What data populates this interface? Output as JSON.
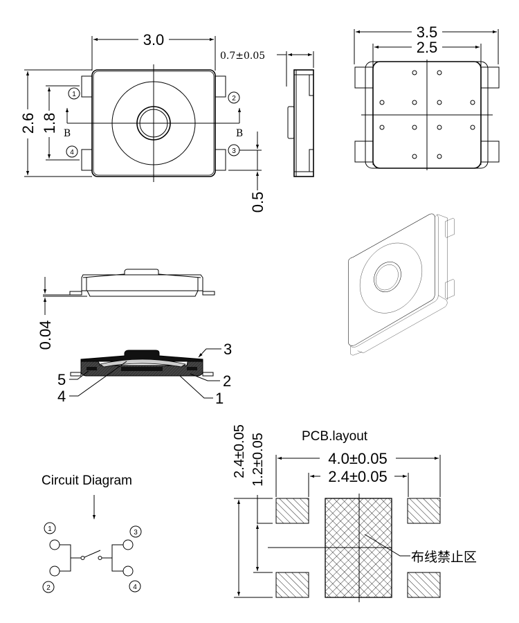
{
  "top_view": {
    "width_dim": "3.0",
    "height_dim": "2.6",
    "pin_pitch_dim": "1.8",
    "pin_width_dim": "0.5",
    "section_label_left": "B",
    "section_label_right": "B",
    "pins": [
      "1",
      "2",
      "3",
      "4"
    ]
  },
  "side_view": {
    "thickness_dim": "0.7±0.05"
  },
  "bottom_view": {
    "outer_width_dim": "3.5",
    "inner_width_dim": "2.5"
  },
  "front_view": {
    "standoff_dim": "0.04"
  },
  "section_view": {
    "callouts": [
      "1",
      "2",
      "3",
      "4",
      "5"
    ]
  },
  "circuit": {
    "title": "Circuit Diagram",
    "pins": [
      "1",
      "2",
      "3",
      "4"
    ]
  },
  "pcb_layout": {
    "title": "PCB.layout",
    "outer_width_dim": "4.0±0.05",
    "inner_width_dim": "2.4±0.05",
    "outer_height_dim": "2.4±0.05",
    "inner_height_dim": "1.2±0.05",
    "keepout_label": "布线禁止区"
  },
  "colors": {
    "line": "#000000",
    "background": "#ffffff",
    "hatch": "#555555"
  }
}
